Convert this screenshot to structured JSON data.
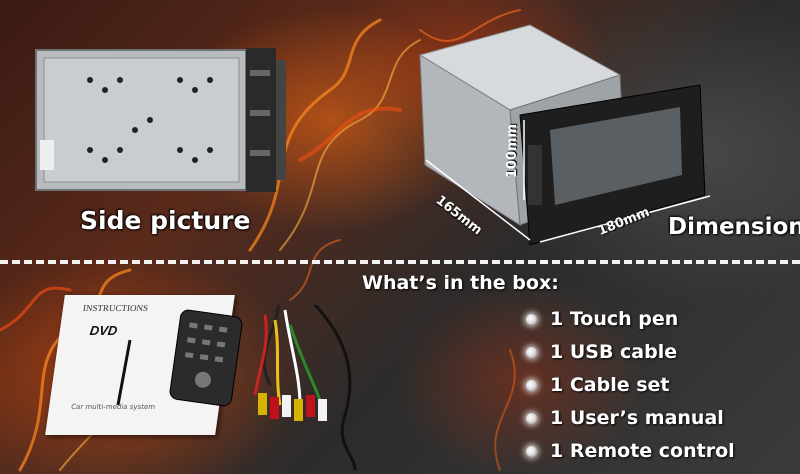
{
  "labels": {
    "side_picture": "Side picture",
    "dimension": "Dimension"
  },
  "dimensions": {
    "depth": "165mm",
    "height": "100mm",
    "width": "180mm"
  },
  "box": {
    "title": "What’s in the box:",
    "items": [
      "1 Touch pen",
      "1 USB cable",
      "1 Cable set",
      "1 User’s manual",
      "1 Remote control"
    ]
  },
  "manual": {
    "title": "INSTRUCTIONS",
    "logo": "DVD",
    "subtitle": "Car multi-media system"
  },
  "colors": {
    "text": "#ffffff",
    "flame": "#ff6a10",
    "background": "#2c2b2b"
  }
}
